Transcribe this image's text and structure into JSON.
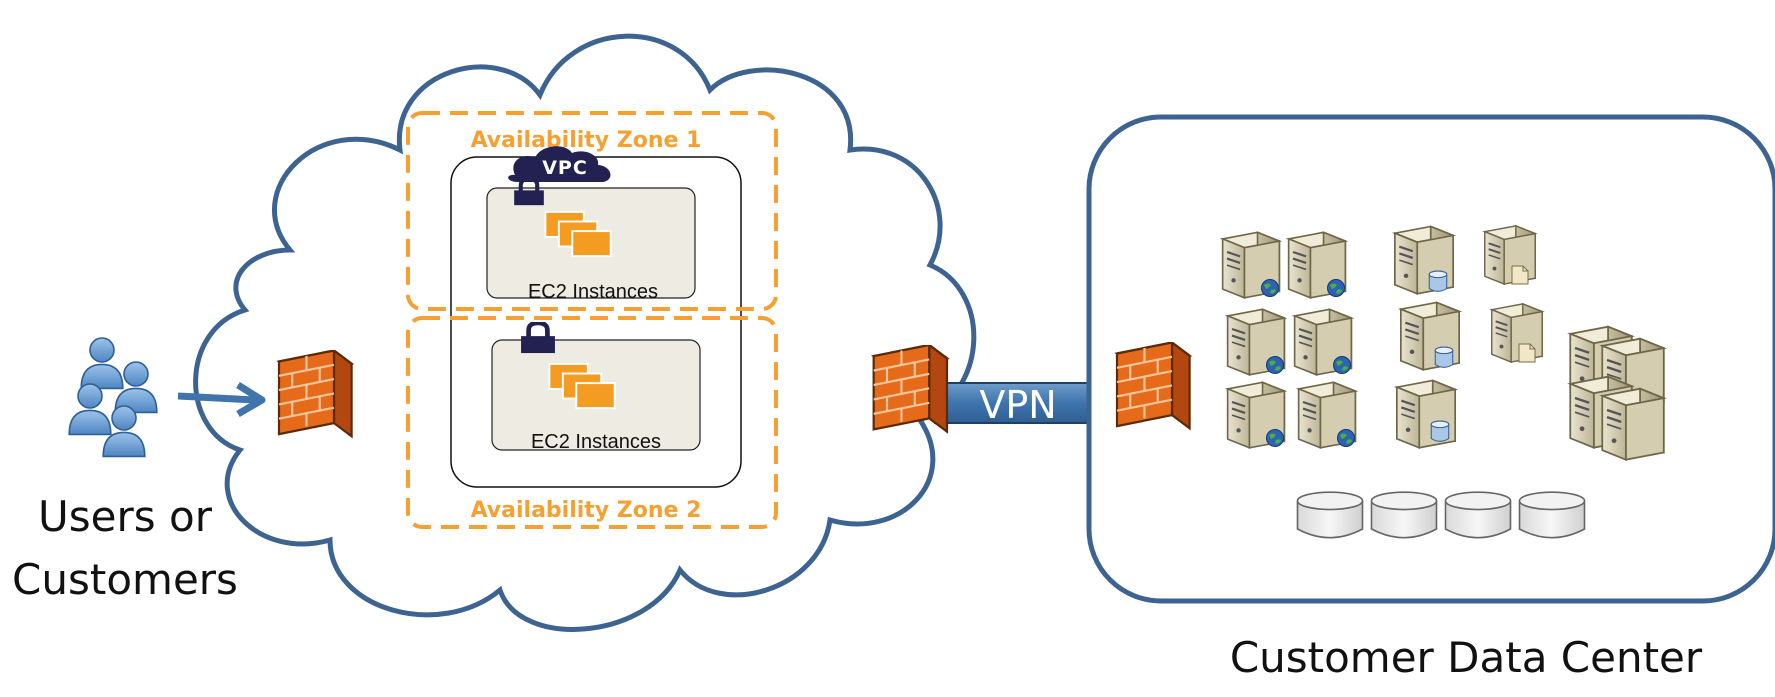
{
  "users": {
    "label_line1": "Users or",
    "label_line2": "Customers"
  },
  "cloud": {
    "zone1_label": "Availability Zone 1",
    "zone2_label": "Availability Zone 2",
    "vpc_label": "VPC",
    "ec2_label_1": "EC2 Instances",
    "ec2_label_2": "EC2 Instances"
  },
  "vpn": {
    "label": "VPN"
  },
  "datacenter": {
    "label": "Customer Data Center"
  },
  "colors": {
    "outline": "#3d6391",
    "zone_orange": "#f5a031",
    "firewall_orange": "#e56a1a",
    "vpc_navy": "#232152",
    "instance_orange": "#f39c21",
    "panel_fill": "#edebe2",
    "vpn_pipe": "#4a7fb8"
  }
}
